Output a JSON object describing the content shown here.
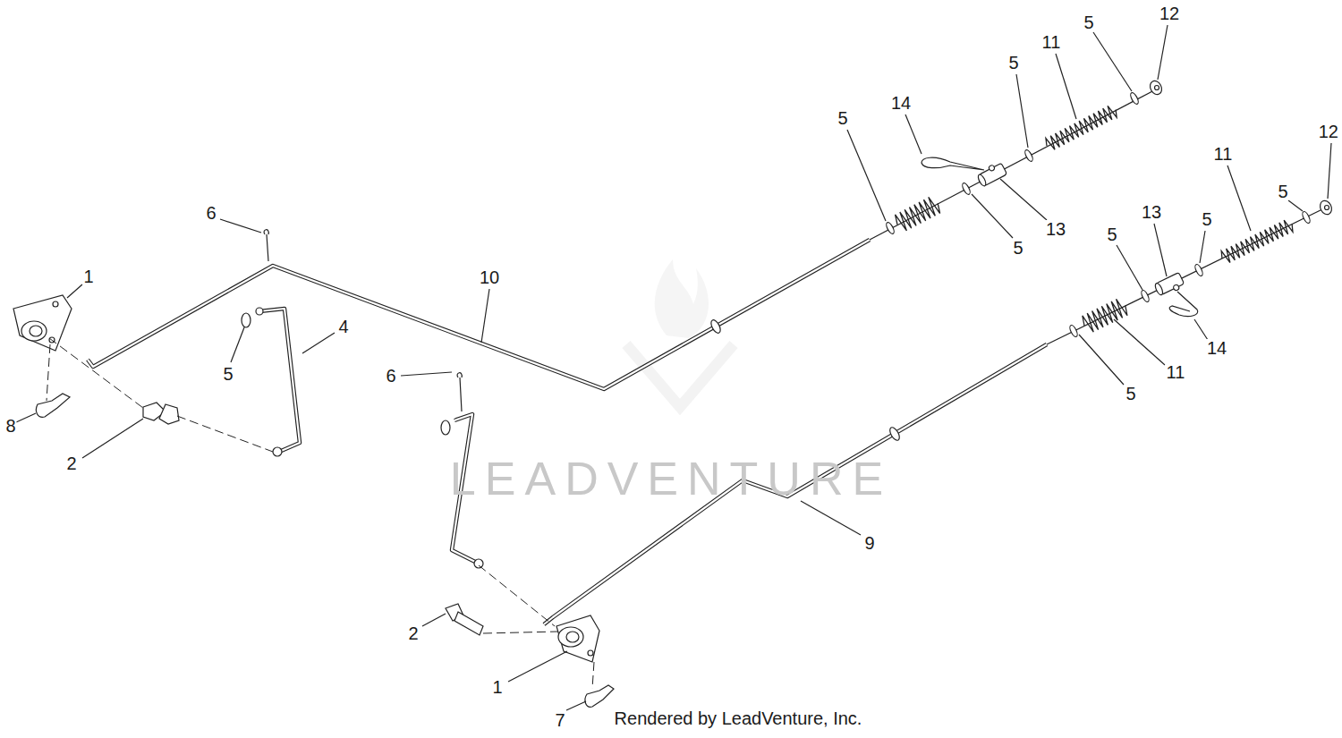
{
  "diagram": {
    "labels": [
      "12",
      "5",
      "11",
      "5",
      "14",
      "5",
      "12",
      "11",
      "5",
      "6",
      "13",
      "5",
      "13",
      "5",
      "5",
      "1",
      "10",
      "4",
      "14",
      "11",
      "5",
      "6",
      "5",
      "8",
      "2",
      "LEADVENTURE",
      "9",
      "2",
      "1",
      "Rendered by LeadVenture, Inc.",
      "7"
    ]
  }
}
